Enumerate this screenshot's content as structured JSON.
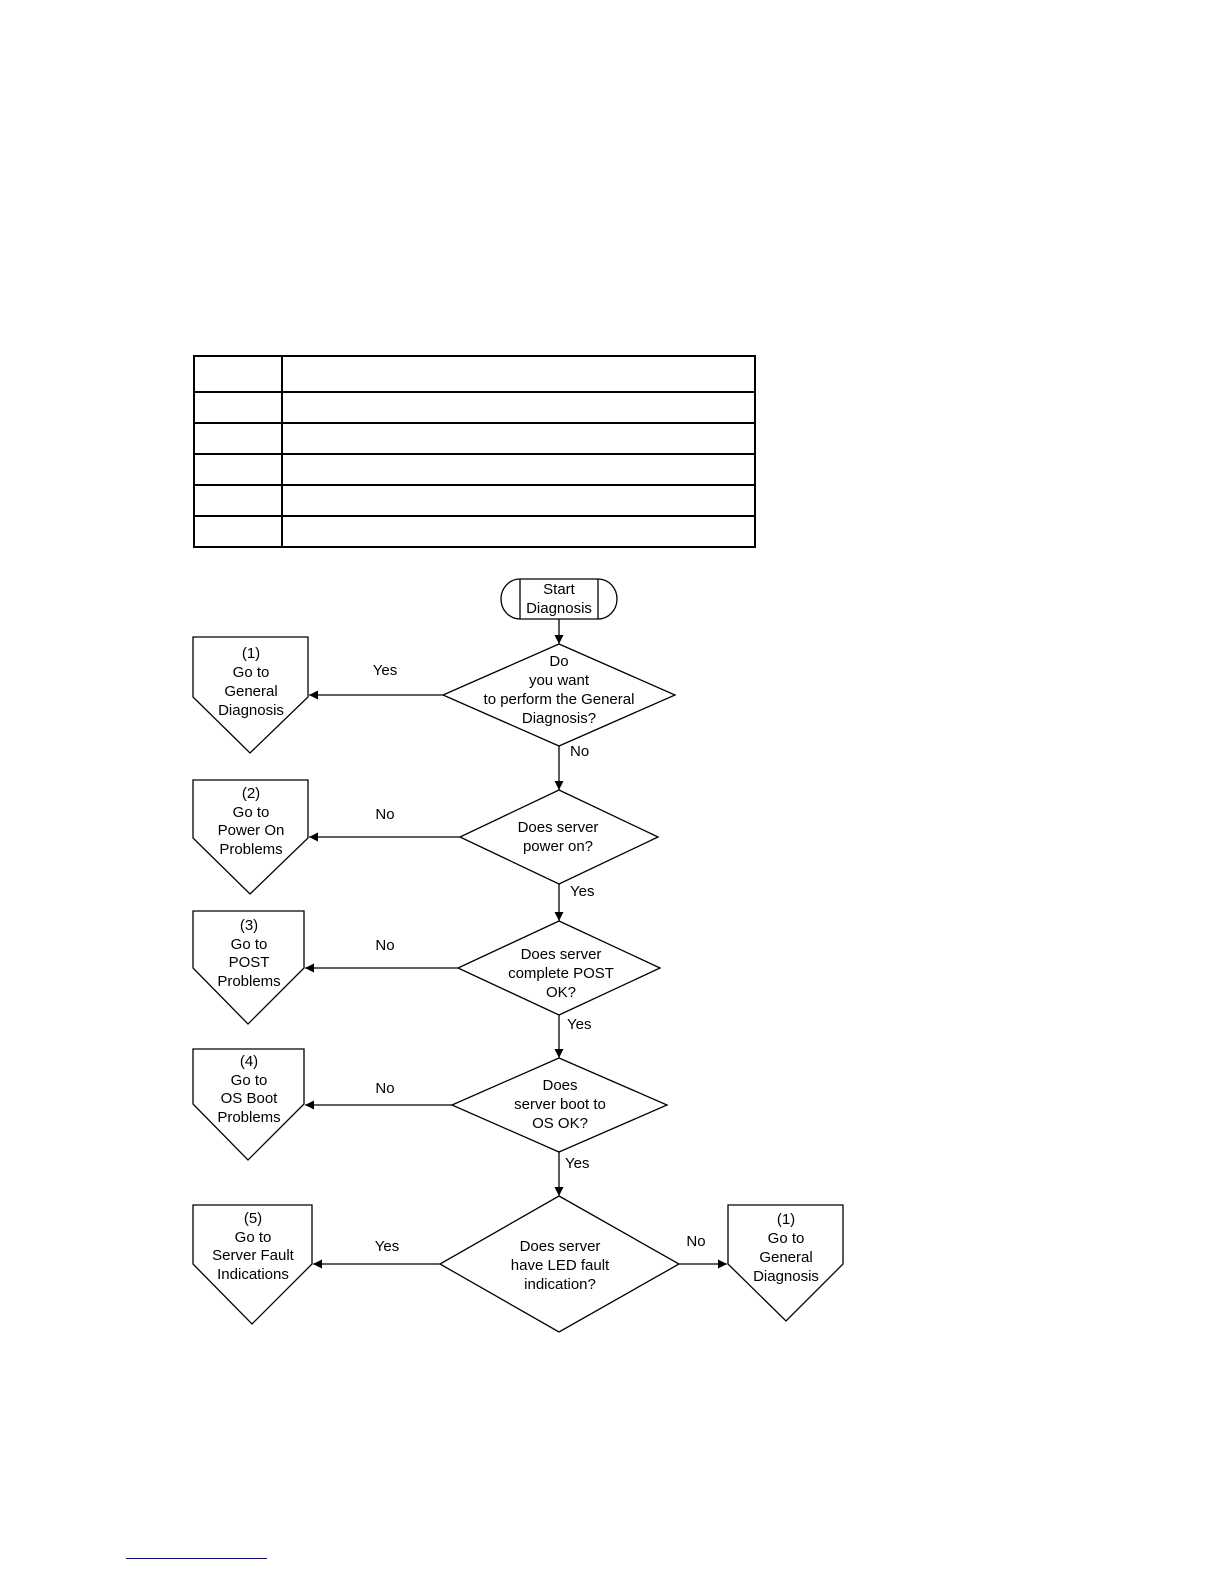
{
  "reference_table": {
    "rows": [
      {
        "key": "",
        "description": ""
      },
      {
        "key": "",
        "description": ""
      },
      {
        "key": "",
        "description": ""
      },
      {
        "key": "",
        "description": ""
      },
      {
        "key": "",
        "description": ""
      },
      {
        "key": "",
        "description": ""
      }
    ]
  },
  "flowchart": {
    "start": {
      "lines": [
        "Start",
        "Diagnosis"
      ]
    },
    "decisions": [
      {
        "id": "q1",
        "lines": [
          "Do",
          "you want",
          "to perform the General",
          "Diagnosis?"
        ],
        "side_label": "Yes",
        "down_label": "No"
      },
      {
        "id": "q2",
        "lines": [
          "Does server",
          "power on?"
        ],
        "side_label": "No",
        "down_label": "Yes"
      },
      {
        "id": "q3",
        "lines": [
          "Does server",
          "complete POST",
          "OK?"
        ],
        "side_label": "No",
        "down_label": "Yes"
      },
      {
        "id": "q4",
        "lines": [
          "Does",
          "server boot to",
          "OS OK?"
        ],
        "side_label": "No",
        "down_label": "Yes"
      },
      {
        "id": "q5",
        "lines": [
          "Does server",
          "have LED fault",
          "indication?"
        ],
        "side_label": "Yes",
        "right_label": "No"
      }
    ],
    "offpage": [
      {
        "id": "c1",
        "lines": [
          "(1)",
          "Go to",
          "General",
          "Diagnosis"
        ]
      },
      {
        "id": "c2",
        "lines": [
          "(2)",
          "Go to",
          "Power On",
          "Problems"
        ]
      },
      {
        "id": "c3",
        "lines": [
          "(3)",
          "Go to",
          "POST",
          "Problems"
        ]
      },
      {
        "id": "c4",
        "lines": [
          "(4)",
          "Go to",
          "OS Boot",
          "Problems"
        ]
      },
      {
        "id": "c5",
        "lines": [
          "(5)",
          "Go to",
          "Server Fault",
          "Indications"
        ]
      },
      {
        "id": "c6",
        "lines": [
          "(1)",
          "Go to",
          "General",
          "Diagnosis"
        ]
      }
    ]
  }
}
